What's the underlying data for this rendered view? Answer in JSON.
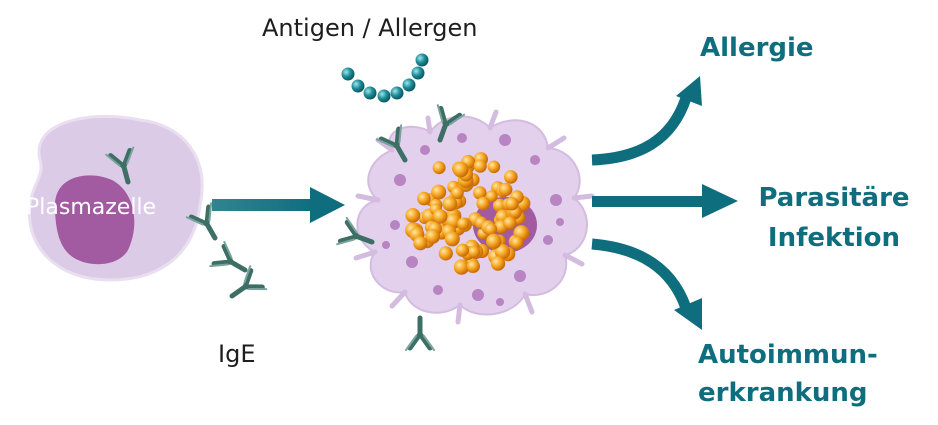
{
  "labels": {
    "antigen": "Antigen / Allergen",
    "plasma_cell": "Plasmazelle",
    "ige": "IgE",
    "outcome_allergy": "Allergie",
    "outcome_parasitic_line1": "Parasitäre",
    "outcome_parasitic_line2": "Infektion",
    "outcome_autoimmune_line1": "Autoimmun-",
    "outcome_autoimmune_line2": "erkrankung"
  },
  "colors": {
    "teal": "#0f6e7e",
    "plasma_cell_fill": "#dccbe6",
    "nucleus": "#a25aa0",
    "mast_cell_fill": "#e3d0ec",
    "granule_orange": "#f19a1f",
    "antibody_green": "#3d6f66",
    "antigen_bead": "#1c8d98"
  }
}
